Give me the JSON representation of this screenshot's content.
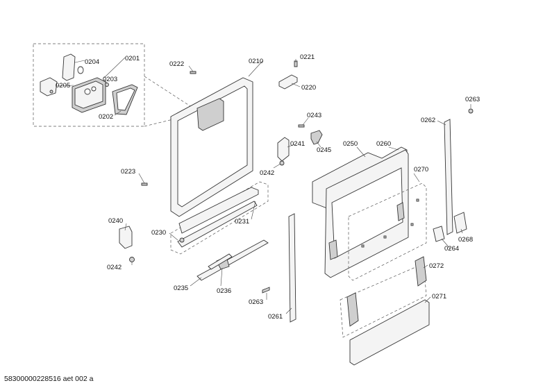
{
  "document_id": "58300000228516 aet 002 a",
  "callouts": {
    "c0201": "0201",
    "c0202": "0202",
    "c0203": "0203",
    "c0204": "0204",
    "c0205": "0205",
    "c0210": "0210",
    "c0220": "0220",
    "c0221": "0221",
    "c0222": "0222",
    "c0223": "0223",
    "c0230": "0230",
    "c0231": "0231",
    "c0235": "0235",
    "c0236": "0236",
    "c0240": "0240",
    "c0241": "0241",
    "c0242a": "0242",
    "c0242b": "0242",
    "c0243": "0243",
    "c0245": "0245",
    "c0250": "0250",
    "c0260": "0260",
    "c0261": "0261",
    "c0262": "0262",
    "c0263a": "0263",
    "c0263b": "0263",
    "c0264": "0264",
    "c0268": "0268",
    "c0270": "0270",
    "c0271": "0271",
    "c0272": "0272"
  }
}
